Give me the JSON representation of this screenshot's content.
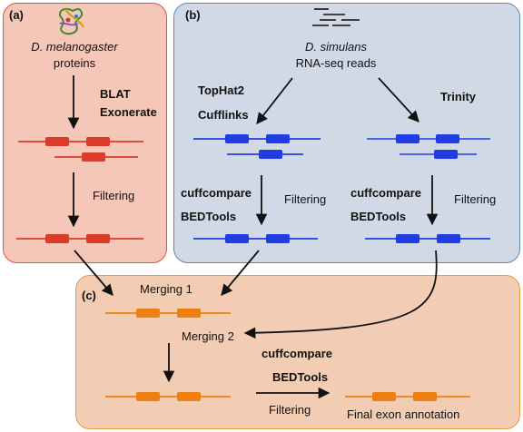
{
  "panels": {
    "a": {
      "label": "(a)"
    },
    "b": {
      "label": "(b)"
    },
    "c": {
      "label": "(c)"
    }
  },
  "source_a": {
    "species": "D. melanogaster",
    "kind": "proteins"
  },
  "source_b": {
    "species": "D. simulans",
    "kind": "RNA-seq reads"
  },
  "tools": {
    "blat": "BLAT",
    "exonerate": "Exonerate",
    "tophat": "TopHat2",
    "cufflinks": "Cufflinks",
    "trinity": "Trinity",
    "cuffcompare_1": "cuffcompare",
    "bedtools_1": "BEDTools",
    "cuffcompare_2": "cuffcompare",
    "bedtools_2": "BEDTools",
    "cuffcompare_3": "cuffcompare",
    "bedtools_3": "BEDTools"
  },
  "steps": {
    "filtering_a": "Filtering",
    "filtering_b1": "Filtering",
    "filtering_b2": "Filtering",
    "merging_1": "Merging 1",
    "merging_2": "Merging 2",
    "filtering_c": "Filtering",
    "final": "Final exon annotation"
  },
  "colors": {
    "panel_a_fill": "#f4c7b9",
    "panel_a_border": "#e0523a",
    "panel_b_fill": "#d2d9e6",
    "panel_b_border": "#5b86bf",
    "panel_c_fill": "#f2cdb3",
    "panel_c_border": "#eb9a3c",
    "red_gene": "#dd3b2a",
    "blue_gene": "#1f3de0",
    "orange_gene": "#f07f12"
  }
}
